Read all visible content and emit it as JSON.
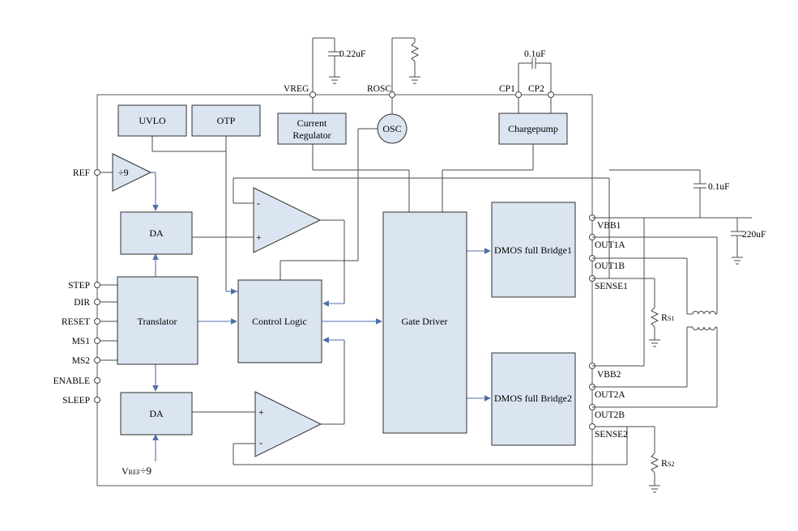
{
  "blocks": {
    "uvlo": "UVLO",
    "otp": "OTP",
    "current_regulator_line1": "Current",
    "current_regulator_line2": "Regulator",
    "osc": "OSC",
    "chargepump": "Chargepump",
    "div9": "÷9",
    "da_top": "DA",
    "da_bottom": "DA",
    "translator": "Translator",
    "control_logic": "Control Logic",
    "gate_driver": "Gate Driver",
    "bridge1": "DMOS full Bridge1",
    "bridge2": "DMOS full Bridge2",
    "comp_minus": "-",
    "comp_plus": "+"
  },
  "left_pins": {
    "ref": "REF",
    "step": "STEP",
    "dir": "DIR",
    "reset": "RESET",
    "ms1": "MS1",
    "ms2": "MS2",
    "enable": "ENABLE",
    "sleep": "SLEEP"
  },
  "vref": {
    "main": "V",
    "sub": "REF",
    "suffix": "÷9"
  },
  "top_pins": {
    "vreg": "VREG",
    "rosc": "ROSC",
    "cp1": "CP1",
    "cp2": "CP2"
  },
  "right_pins": {
    "vbb1": "VBB1",
    "out1a": "OUT1A",
    "out1b": "OUT1B",
    "sense1": "SENSE1",
    "vbb2": "VBB2",
    "out2a": "OUT2A",
    "out2b": "OUT2B",
    "sense2": "SENSE2"
  },
  "components": {
    "cap_vreg": "0.22uF",
    "cap_cp": "0.1uF",
    "cap_vbb": "0.1uF",
    "cap_bulk": "220uF",
    "rs1_main": "R",
    "rs1_sub": "S1",
    "rs2_main": "R",
    "rs2_sub": "S2"
  },
  "colors": {
    "block_fill": "#dbe5f1",
    "signal_arrow": "#4d6fa8",
    "wire": "#4a4a4a"
  }
}
